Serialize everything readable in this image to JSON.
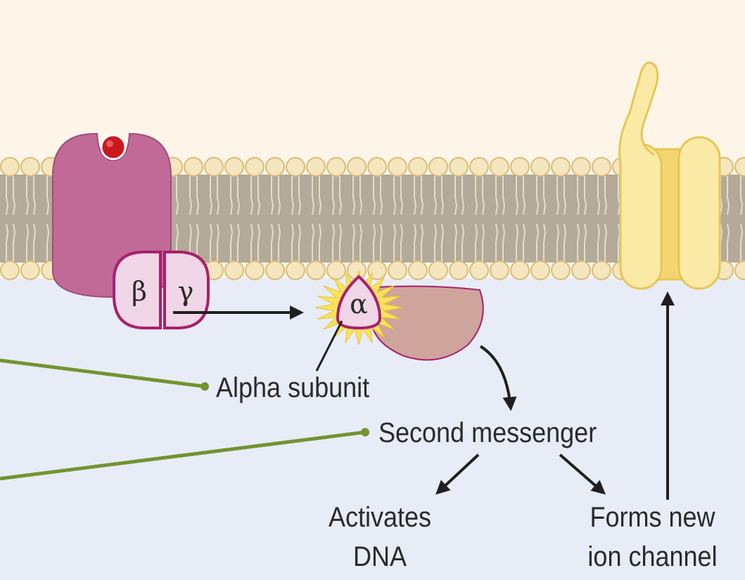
{
  "labels": {
    "alpha_subunit": "Alpha subunit",
    "second_messenger": "Second messenger",
    "activates_dna_line1": "Activates",
    "activates_dna_line2": "DNA",
    "forms_channel_line1": "Forms new",
    "forms_channel_line2": "ion channel"
  },
  "subunits": {
    "beta": "β",
    "gamma": "γ",
    "alpha": "α"
  },
  "colors": {
    "extracellular": "#fdf6e8",
    "intracellular": "#e8ecf6",
    "membrane_core": "#b3aa9a",
    "lipid_head": "#f5e6bf",
    "receptor": "#c16a98",
    "ligand": "#c8191e",
    "subunit_fill": "#f0d6e6",
    "subunit_stroke": "#a8206c",
    "effector": "#cfa49c",
    "channel": "#fbe9a6",
    "channel_outline": "#e7c656",
    "callout_line": "#73932f",
    "arrow": "#1f1f1f"
  }
}
